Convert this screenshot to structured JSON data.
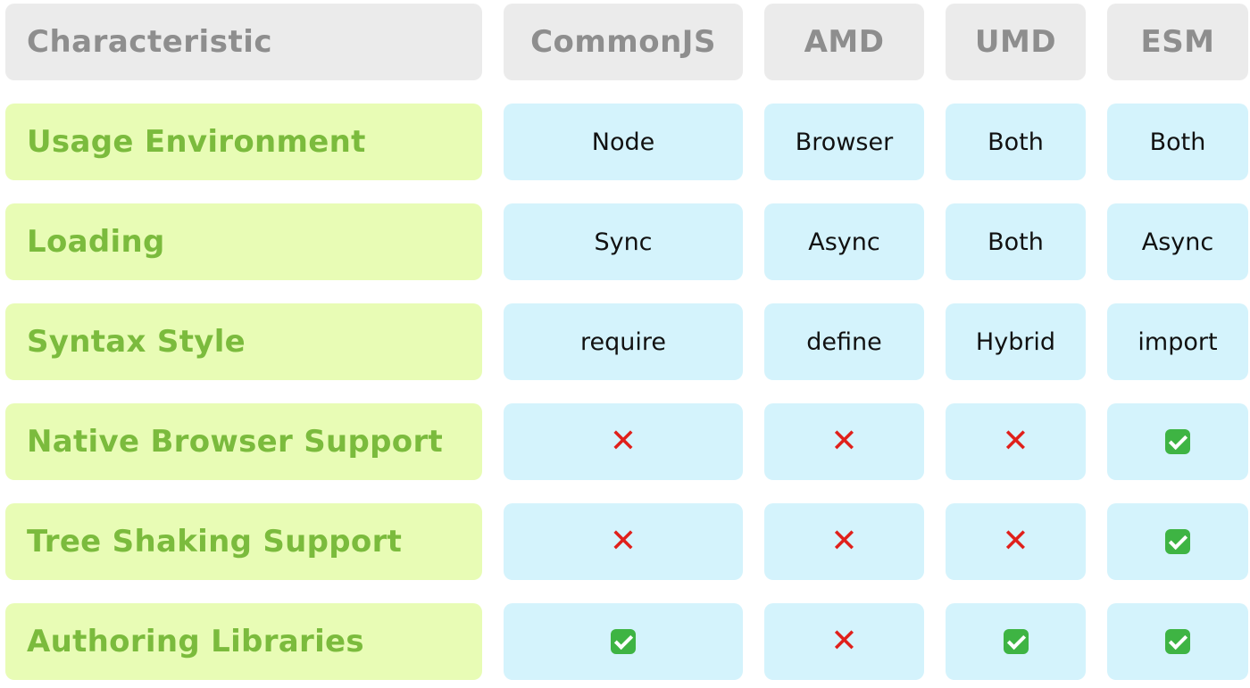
{
  "header": {
    "characteristic": "Characteristic",
    "columns": [
      "CommonJS",
      "AMD",
      "UMD",
      "ESM"
    ]
  },
  "rows": [
    {
      "label": "Usage Environment",
      "values": [
        "Node",
        "Browser",
        "Both",
        "Both"
      ]
    },
    {
      "label": "Loading",
      "values": [
        "Sync",
        "Async",
        "Both",
        "Async"
      ]
    },
    {
      "label": "Syntax Style",
      "values": [
        "require",
        "define",
        "Hybrid",
        "import"
      ]
    },
    {
      "label": "Native Browser Support",
      "marks": [
        "cross-mark-icon",
        "cross-mark-icon",
        "cross-mark-icon",
        "check-mark-icon"
      ]
    },
    {
      "label": "Tree Shaking Support",
      "marks": [
        "cross-mark-icon",
        "cross-mark-icon",
        "cross-mark-icon",
        "check-mark-icon"
      ]
    },
    {
      "label": "Authoring Libraries",
      "marks": [
        "check-mark-icon",
        "cross-mark-icon",
        "check-mark-icon",
        "check-mark-icon"
      ]
    }
  ],
  "colors": {
    "header_bg": "#ebebeb",
    "header_text": "#8e8e8e",
    "label_bg": "#e8fcb5",
    "label_text": "#7bbb3d",
    "value_bg": "#d4f3fc",
    "cross": "#e0201b",
    "check": "#3eb443"
  }
}
